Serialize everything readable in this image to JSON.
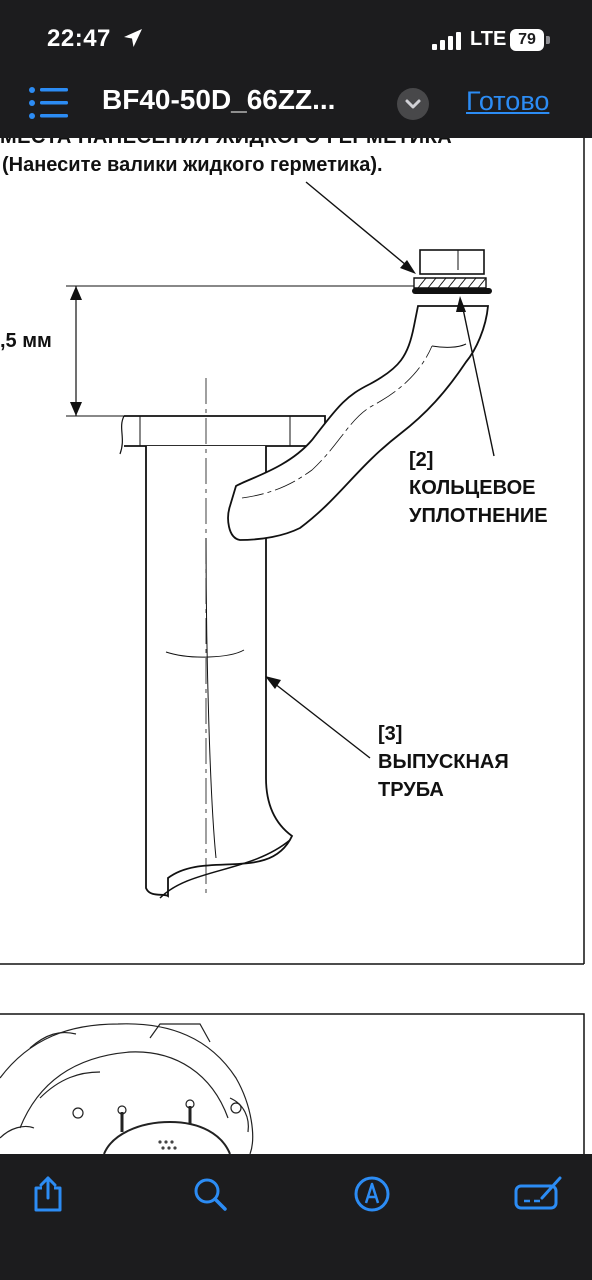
{
  "status_bar": {
    "time": "22:47",
    "location_icon": "location-arrow-icon",
    "signal_icon": "cellular-signal-icon",
    "network": "LTE",
    "battery": "79"
  },
  "nav_bar": {
    "menu_icon": "table-of-contents-icon",
    "title": "BF40-50D_66ZZ...",
    "chevron_icon": "chevron-down-icon",
    "done_label": "Готово"
  },
  "document": {
    "heading_cut": "МЕСТА НАНЕСЕНИЯ ЖИДКОГО ГЕРМЕТИКА",
    "heading_sub": "(Нанесите валики жидкого герметика).",
    "dimension_label": ",5 мм",
    "label_2": {
      "number": "[2]",
      "line1": "КОЛЬЦЕВОЕ",
      "line2": "УПЛОТНЕНИЕ"
    },
    "label_3": {
      "number": "[3]",
      "line1": "ВЫПУСКНАЯ",
      "line2": "ТРУБА"
    }
  },
  "toolbar": {
    "share_icon": "share-icon",
    "search_icon": "search-icon",
    "markup_icon": "markup-pen-icon",
    "sign_icon": "sign-form-icon"
  },
  "colors": {
    "bar_background": "#1c1c1e",
    "accent": "#2c8cf4",
    "line": "#111111"
  }
}
